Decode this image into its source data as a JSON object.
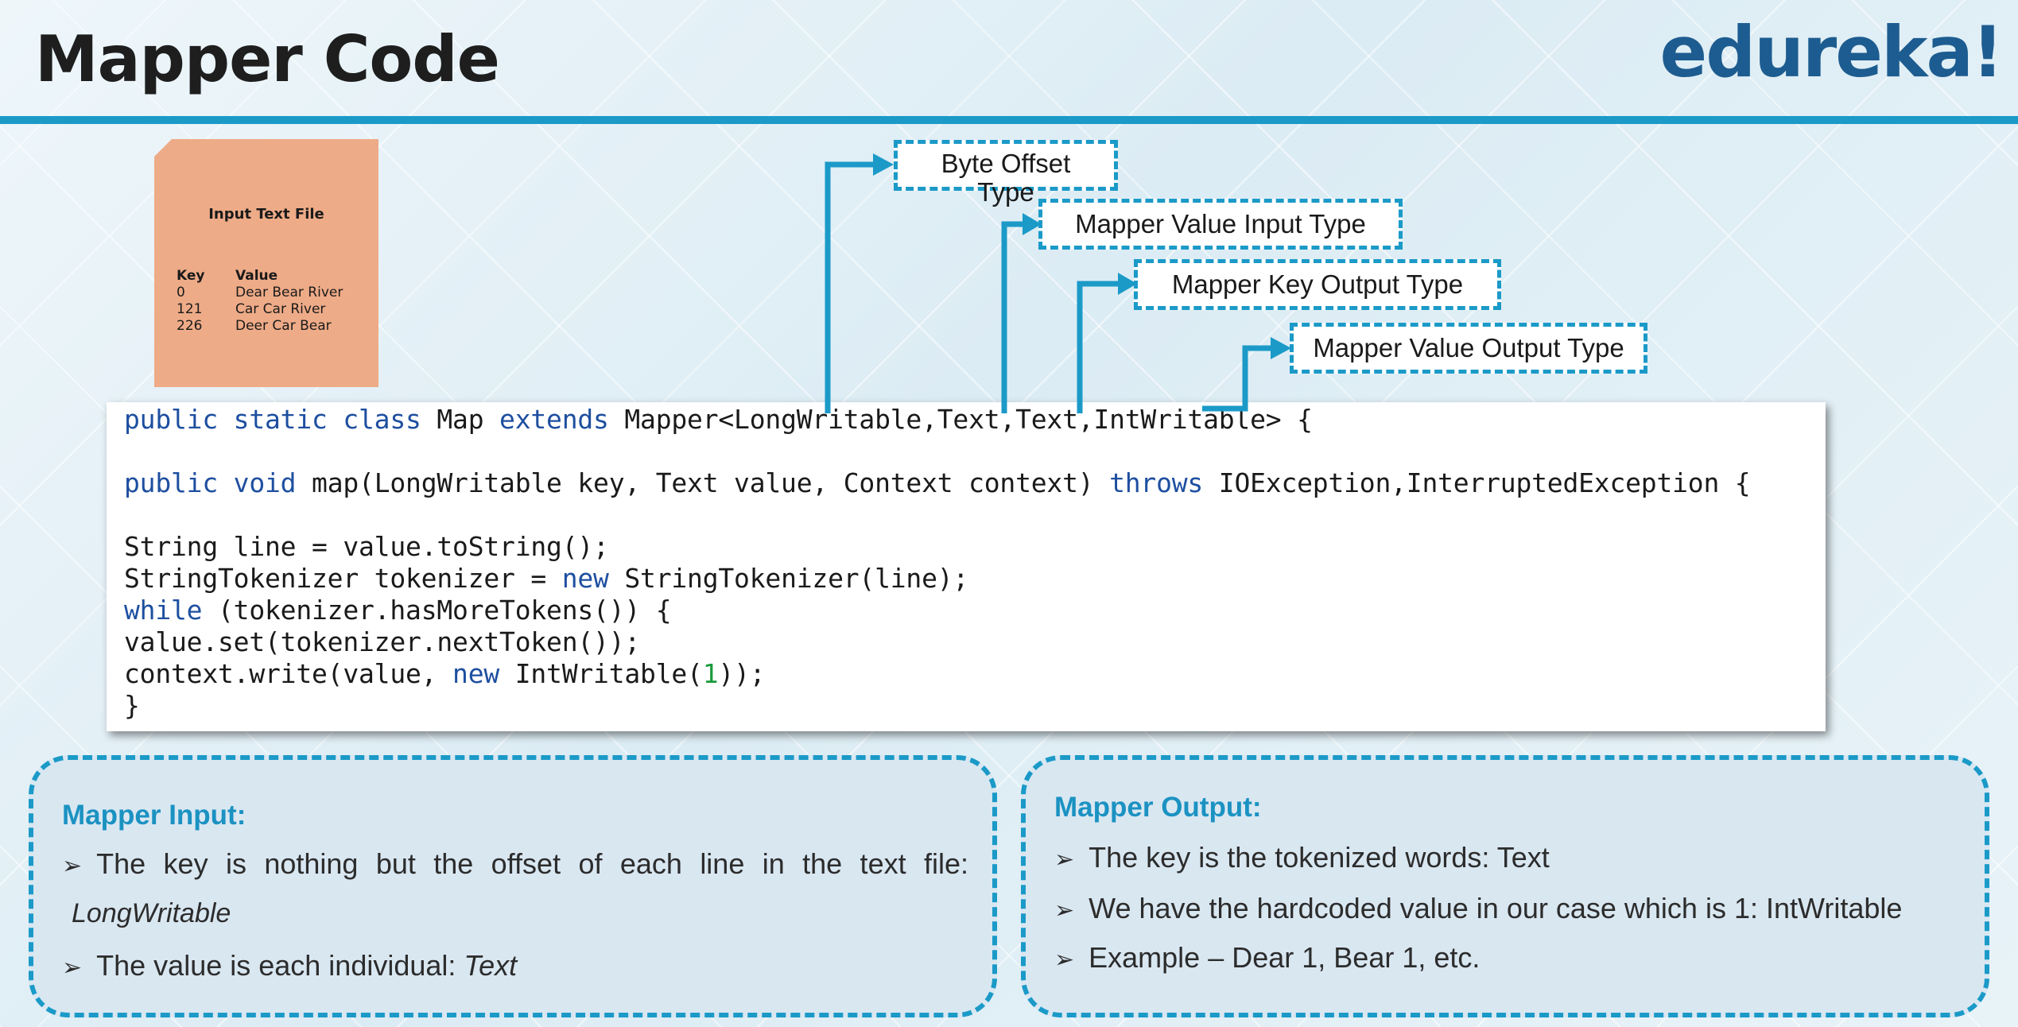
{
  "header": {
    "title": "Mapper Code",
    "logo": "edureka!"
  },
  "input_file": {
    "title": "Input Text File",
    "columns": [
      "Key",
      "Value"
    ],
    "rows": [
      [
        "0",
        "Dear Bear River"
      ],
      [
        "121",
        "Car Car River"
      ],
      [
        "226",
        "Deer Car Bear"
      ]
    ]
  },
  "labels": {
    "byte_offset_line1": "Byte Offset",
    "byte_offset_line2": "Type",
    "mapper_value_input": "Mapper Value Input Type",
    "mapper_key_output": "Mapper Key Output Type",
    "mapper_value_output": "Mapper Value Output Type"
  },
  "code": {
    "line1_kw": "public static class",
    "line1_rest": " Map ",
    "line1_kw2": "extends",
    "line1_tail": " Mapper<LongWritable,Text,Text,IntWritable> {",
    "line2_kw": "public void",
    "line2_mid": " map(LongWritable key, Text value, Context context) ",
    "line2_kw2": "throws",
    "line2_tail": " IOException,InterruptedException {",
    "line3": "String line = value.toString();",
    "line4_a": "StringTokenizer tokenizer = ",
    "line4_kw": "new",
    "line4_b": " StringTokenizer(line);",
    "line5_kw": "while",
    "line5_b": " (tokenizer.hasMoreTokens()) {",
    "line6": "value.set(tokenizer.nextToken());",
    "line7_a": "context.write(value, ",
    "line7_kw": "new",
    "line7_b": " IntWritable(",
    "line7_num": "1",
    "line7_c": "));",
    "line8": "}"
  },
  "mapper_input": {
    "title": "Mapper Input:",
    "bullet1_main": "The key is nothing but the offset of each line in the text file:",
    "bullet1_cont": "LongWritable",
    "bullet2_main": "The value is each individual: ",
    "bullet2_ital": "Text"
  },
  "mapper_output": {
    "title": "Mapper Output:",
    "bullet1": "The key is the tokenized words: Text",
    "bullet2": "We have the hardcoded value in our case which is 1: IntWritable",
    "bullet3": "Example – Dear 1, Bear 1, etc."
  },
  "colors": {
    "accent": "#1b9ac8",
    "logo": "#1d5c90",
    "card": "#eeab87",
    "panel": "#d9e7f1",
    "keyword": "#1e4fa0",
    "number": "#1a9a3c"
  },
  "icons": {
    "bullet": "arrowhead-bullet-icon"
  }
}
